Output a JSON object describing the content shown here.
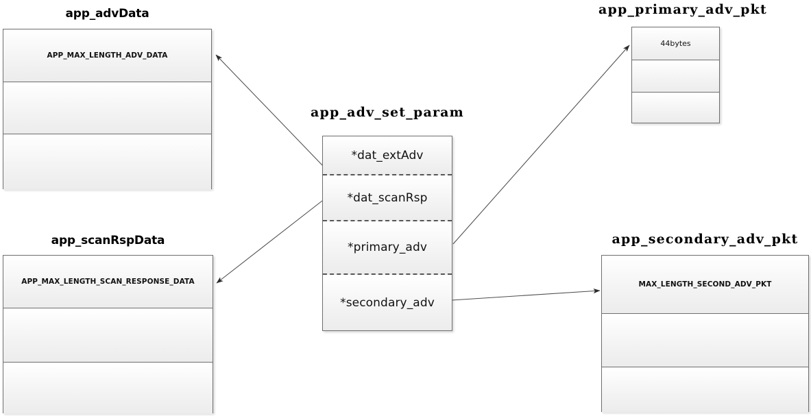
{
  "diagram": {
    "title": "app_adv_set_param pointer relationships",
    "line_color": "#4d4d4d",
    "border_color": "#6e6e6e",
    "fill_top": "#ffffff",
    "fill_bottom": "#ececec"
  },
  "boxes": {
    "adv_data": {
      "title": "app_advData",
      "rows": [
        {
          "label": "APP_MAX_LENGTH_ADV_DATA"
        },
        {
          "label": ""
        },
        {
          "label": ""
        }
      ]
    },
    "scan_rsp_data": {
      "title": "app_scanRspData",
      "rows": [
        {
          "label": "APP_MAX_LENGTH_SCAN_RESPONSE_DATA"
        },
        {
          "label": ""
        },
        {
          "label": ""
        }
      ]
    },
    "adv_set_param": {
      "title": "app_adv_set_param",
      "rows": [
        {
          "label": "*dat_extAdv"
        },
        {
          "label": "*dat_scanRsp"
        },
        {
          "label": "*primary_adv"
        },
        {
          "label": "*secondary_adv"
        }
      ]
    },
    "primary_adv_pkt": {
      "title": "app_primary_adv_pkt",
      "rows": [
        {
          "label": "44bytes"
        },
        {
          "label": ""
        },
        {
          "label": ""
        }
      ]
    },
    "secondary_adv_pkt": {
      "title": "app_secondary_adv_pkt",
      "rows": [
        {
          "label": "MAX_LENGTH_SECOND_ADV_PKT"
        },
        {
          "label": ""
        },
        {
          "label": ""
        }
      ]
    }
  },
  "arrows": [
    {
      "name": "dat-extadv-to-adv-data",
      "from": "*dat_extAdv",
      "to": "app_advData"
    },
    {
      "name": "dat-scanrsp-to-scan-rsp-data",
      "from": "*dat_scanRsp",
      "to": "app_scanRspData"
    },
    {
      "name": "primary-adv-to-primary-adv-pkt",
      "from": "*primary_adv",
      "to": "app_primary_adv_pkt"
    },
    {
      "name": "secondary-adv-to-secondary-adv-pkt",
      "from": "*secondary_adv",
      "to": "app_secondary_adv_pkt"
    }
  ]
}
